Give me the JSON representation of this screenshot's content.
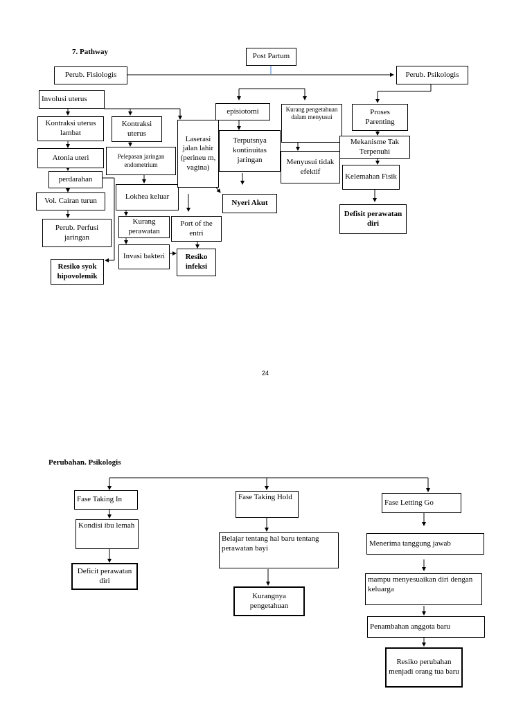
{
  "section1": {
    "title": "7. Pathway",
    "boxes": {
      "post_partum": "Post Partum",
      "perub_fisiologis": "Perub. Fisiologis",
      "perub_psikologis": "Perub. Psikologis",
      "involusi_uterus": "Involusi uterus",
      "kontraksi_lambat": "Kontraksi uterus lambat",
      "kontraksi_uterus": "Kontraksi uterus",
      "atonia_uteri": "Atonia uteri",
      "pelepasan_jaringan": "Pelepasan jaringan endometrium",
      "perdarahan": "perdarahan",
      "vol_cairan": "Vol. Cairan turun",
      "perub_perfusi": "Perub. Perfusi jaringan",
      "resiko_syok": "Resiko syok hipovolemik",
      "lokhea_keluar": "Lokhea keluar",
      "kurang_perawatan": "Kurang perawatan",
      "invasi_bakteri": "Invasi bakteri",
      "port_entri": "Port of the entri",
      "resiko_infeksi": "Resiko infeksi",
      "laserasi": "Laserasi jalan lahir (perineu m, vagina)",
      "episiotomi": "episiotomi",
      "terputusnya": "Terputsnya kontinuitas jaringan",
      "nyeri_akut": "Nyeri Akut",
      "kurang_pengetahuan": "Kurang pengetahuan dalam menyusui",
      "menyusui_tidak_efektif": "Menyusui tidak efektif",
      "proses_parenting": "Proses Parenting",
      "mekanisme": "Mekanisme Tak Terpenuhi",
      "kelemahan_fisik": "Kelemahan Fisik",
      "defisit_perawatan": "Defisit perawatan diri"
    }
  },
  "page_number": "24",
  "section2": {
    "title": "Perubahan. Psikologis",
    "boxes": {
      "taking_in": "Fase Taking In",
      "kondisi_ibu": "Kondisi ibu lemah",
      "deficit_perawatan": "Deficit perawatan diri",
      "taking_hold": "Fase Taking Hold",
      "belajar": "Belajar tentang hal baru tentang perawatan bayi",
      "kurangnya_pengetahuan": "Kurangnya pengetahuan",
      "letting_go": "Fase Letting Go",
      "menerima": "Menerima tanggung jawab",
      "mampu": "mampu menyesuaikan diri dengan keluarga",
      "penambahan": "Penambahan anggota baru",
      "resiko_perubahan": "Resiko perubahan menjadi orang tua baru"
    }
  }
}
